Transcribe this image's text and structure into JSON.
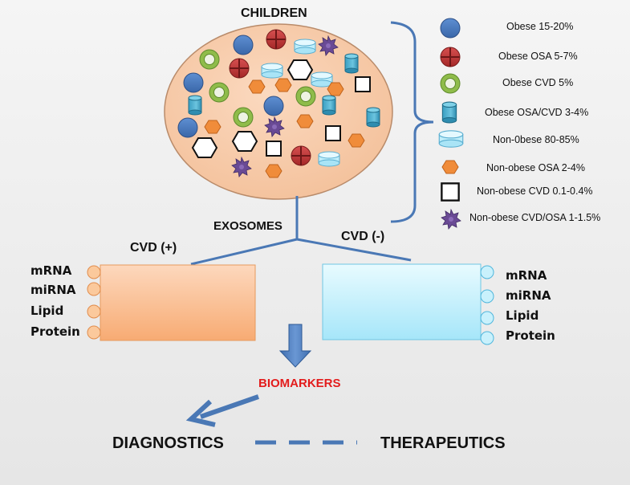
{
  "diagram": {
    "title": "CHILDREN",
    "exosomes_label": "EXOSOMES",
    "cvd_positive_label": "CVD (+)",
    "cvd_negative_label": "CVD (-)",
    "biomarkers_label": "BIOMARKERS",
    "diagnostics_label": "DIAGNOSTICS",
    "therapeutics_label": "THERAPEUTICS",
    "left_cargo": [
      "mRNA",
      "miRNA",
      "Lipid",
      "Protein"
    ],
    "right_cargo": [
      "mRNA",
      "miRNA",
      "Lipid",
      "Protein"
    ],
    "legend": [
      {
        "icon": "blue-circle-icon",
        "label": "Obese 15-20%"
      },
      {
        "icon": "red-cross-circle-icon",
        "label": "Obese OSA 5-7%"
      },
      {
        "icon": "green-ring-icon",
        "label": "Obese CVD 5%"
      },
      {
        "icon": "teal-cylinder-icon",
        "label": "Obese OSA/CVD 3-4%"
      },
      {
        "icon": "light-blue-disc-icon",
        "label": "Non-0bese 80-85%"
      },
      {
        "icon": "orange-hexagon-icon",
        "label": "Non-obese OSA 2-4%"
      },
      {
        "icon": "white-square-icon",
        "label": "Non-obese CVD 0.1-0.4%"
      },
      {
        "icon": "purple-star-icon",
        "label": "Non-obese CVD/OSA 1-1.5%"
      }
    ],
    "colors": {
      "ellipse_fill": "#f6c9a6",
      "ellipse_stroke": "#b98b6a",
      "line_blue": "#4a78b5",
      "left_box": "#f9b887",
      "right_box": "#b7ecfb",
      "biomarkers_red": "#e31c1c"
    }
  }
}
